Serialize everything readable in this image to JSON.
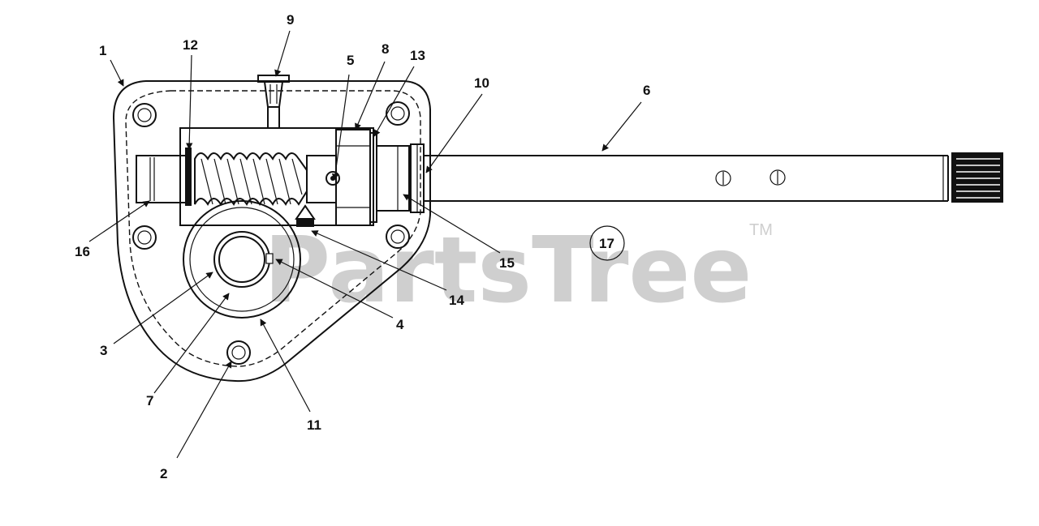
{
  "watermark": {
    "text": "PartsTree",
    "trademark": "TM"
  },
  "callouts": [
    {
      "id": "c1",
      "label": "1"
    },
    {
      "id": "c2",
      "label": "2"
    },
    {
      "id": "c3",
      "label": "3"
    },
    {
      "id": "c4",
      "label": "4"
    },
    {
      "id": "c5",
      "label": "5"
    },
    {
      "id": "c6",
      "label": "6"
    },
    {
      "id": "c7",
      "label": "7"
    },
    {
      "id": "c8",
      "label": "8"
    },
    {
      "id": "c9",
      "label": "9"
    },
    {
      "id": "c10",
      "label": "10"
    },
    {
      "id": "c11",
      "label": "11"
    },
    {
      "id": "c12",
      "label": "12"
    },
    {
      "id": "c13",
      "label": "13"
    },
    {
      "id": "c14",
      "label": "14"
    },
    {
      "id": "c15",
      "label": "15"
    },
    {
      "id": "c16",
      "label": "16"
    },
    {
      "id": "c17",
      "label": "17"
    }
  ]
}
